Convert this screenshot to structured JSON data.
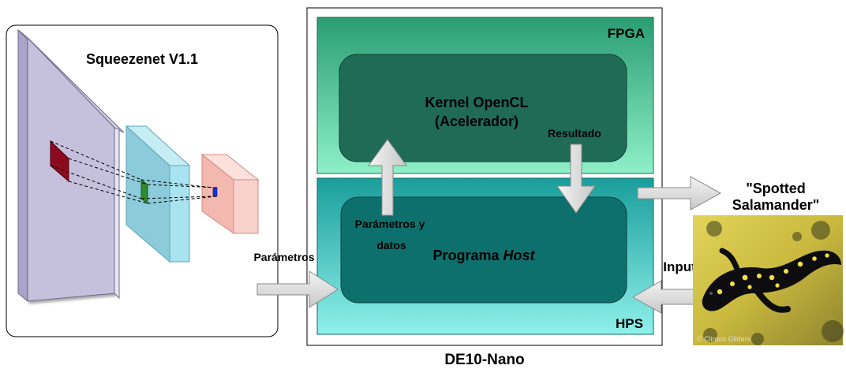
{
  "left_panel": {
    "title": "Squeezenet V1.1"
  },
  "board": {
    "name": "DE10-Nano",
    "fpga": {
      "label": "FPGA",
      "kernel_line1": "Kernel OpenCL",
      "kernel_line2": "(Acelerador)"
    },
    "hps": {
      "label": "HPS",
      "host_prefix": "Programa ",
      "host_italic": "Host"
    }
  },
  "arrows": {
    "params_in": "Parámetros",
    "params_data_line1": "Parámetros y",
    "params_data_line2": "datos",
    "result": "Resultado",
    "input": "Input"
  },
  "output": {
    "line1": "\"Spotted",
    "line2": "Salamander\""
  },
  "photo": {
    "credit": "© Clinton Gilders"
  },
  "colors": {
    "fpga_fill": "#2da87e",
    "hps_fill": "#1ea6a0",
    "kernel_fill": "#1f6b55",
    "host_fill": "#0e706c",
    "arrow_fill": "#d9d9d9",
    "slab_fill": "#c5c1dc",
    "mid_block_fill": "#9fd8e6",
    "small_block_fill": "#f6c9c2"
  }
}
